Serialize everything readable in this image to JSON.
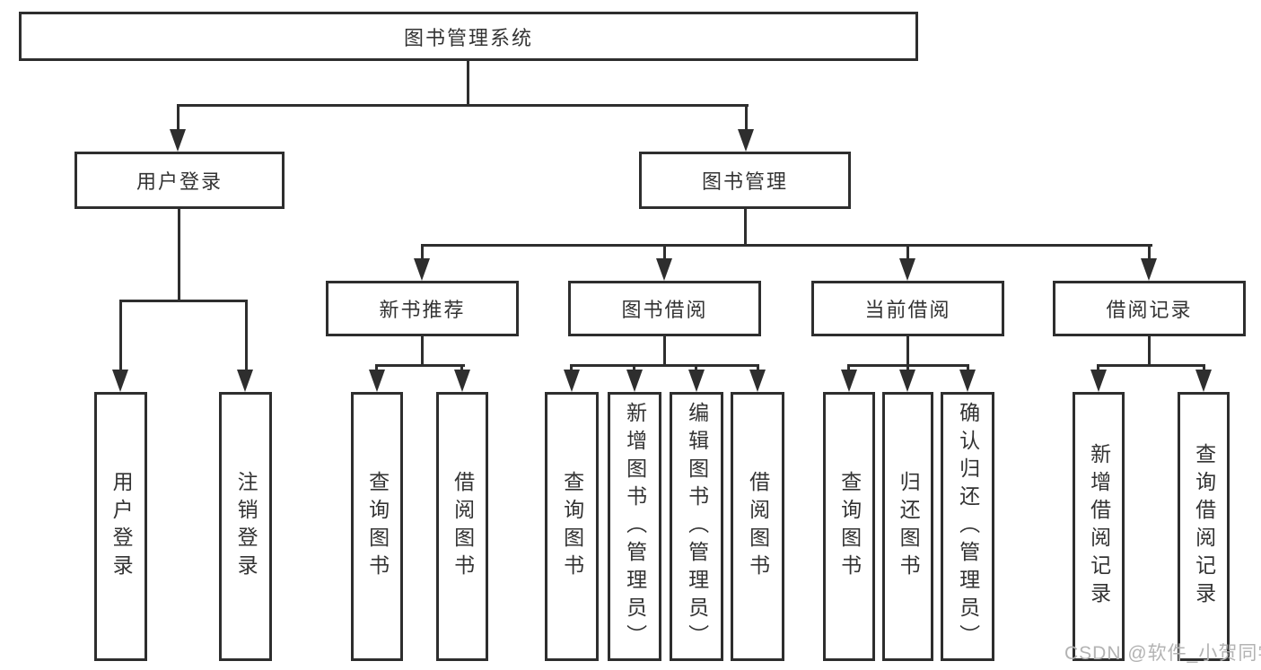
{
  "root": {
    "label": "图书管理系统"
  },
  "level2": {
    "user_login": {
      "label": "用户登录"
    },
    "book_mgmt": {
      "label": "图书管理"
    }
  },
  "level3": {
    "new_books": {
      "label": "新书推荐"
    },
    "book_borrow": {
      "label": "图书借阅"
    },
    "current_borrow": {
      "label": "当前借阅"
    },
    "borrow_records": {
      "label": "借阅记录"
    }
  },
  "leaves": {
    "user_login": [
      "用户登录",
      "注销登录"
    ],
    "new_books": [
      "查询图书",
      "借阅图书"
    ],
    "book_borrow": [
      "查询图书",
      "新增图书（管理员）",
      "编辑图书（管理员）",
      "借阅图书"
    ],
    "current_borrow": [
      "查询图书",
      "归还图书",
      "确认归还（管理员）"
    ],
    "borrow_records": [
      "新增借阅记录",
      "查询借阅记录"
    ]
  },
  "watermark": "CSDN @软件_小贺同学",
  "colors": {
    "line": "#2e2e2e",
    "text": "#333333",
    "watermark": "#b3b3b3",
    "background": "#ffffff"
  }
}
